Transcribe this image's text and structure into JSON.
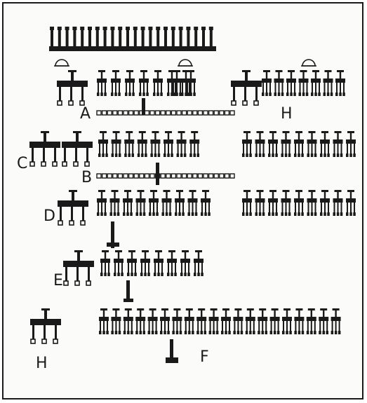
{
  "figure": {
    "labels": {
      "A": "A",
      "B": "B",
      "C": "C",
      "D": "D",
      "E": "E",
      "F": "F",
      "H_top": "H",
      "H_bottom": "H"
    }
  },
  "colors": {
    "ink": "#1a1a1a",
    "paper": "#fbfbf9"
  }
}
